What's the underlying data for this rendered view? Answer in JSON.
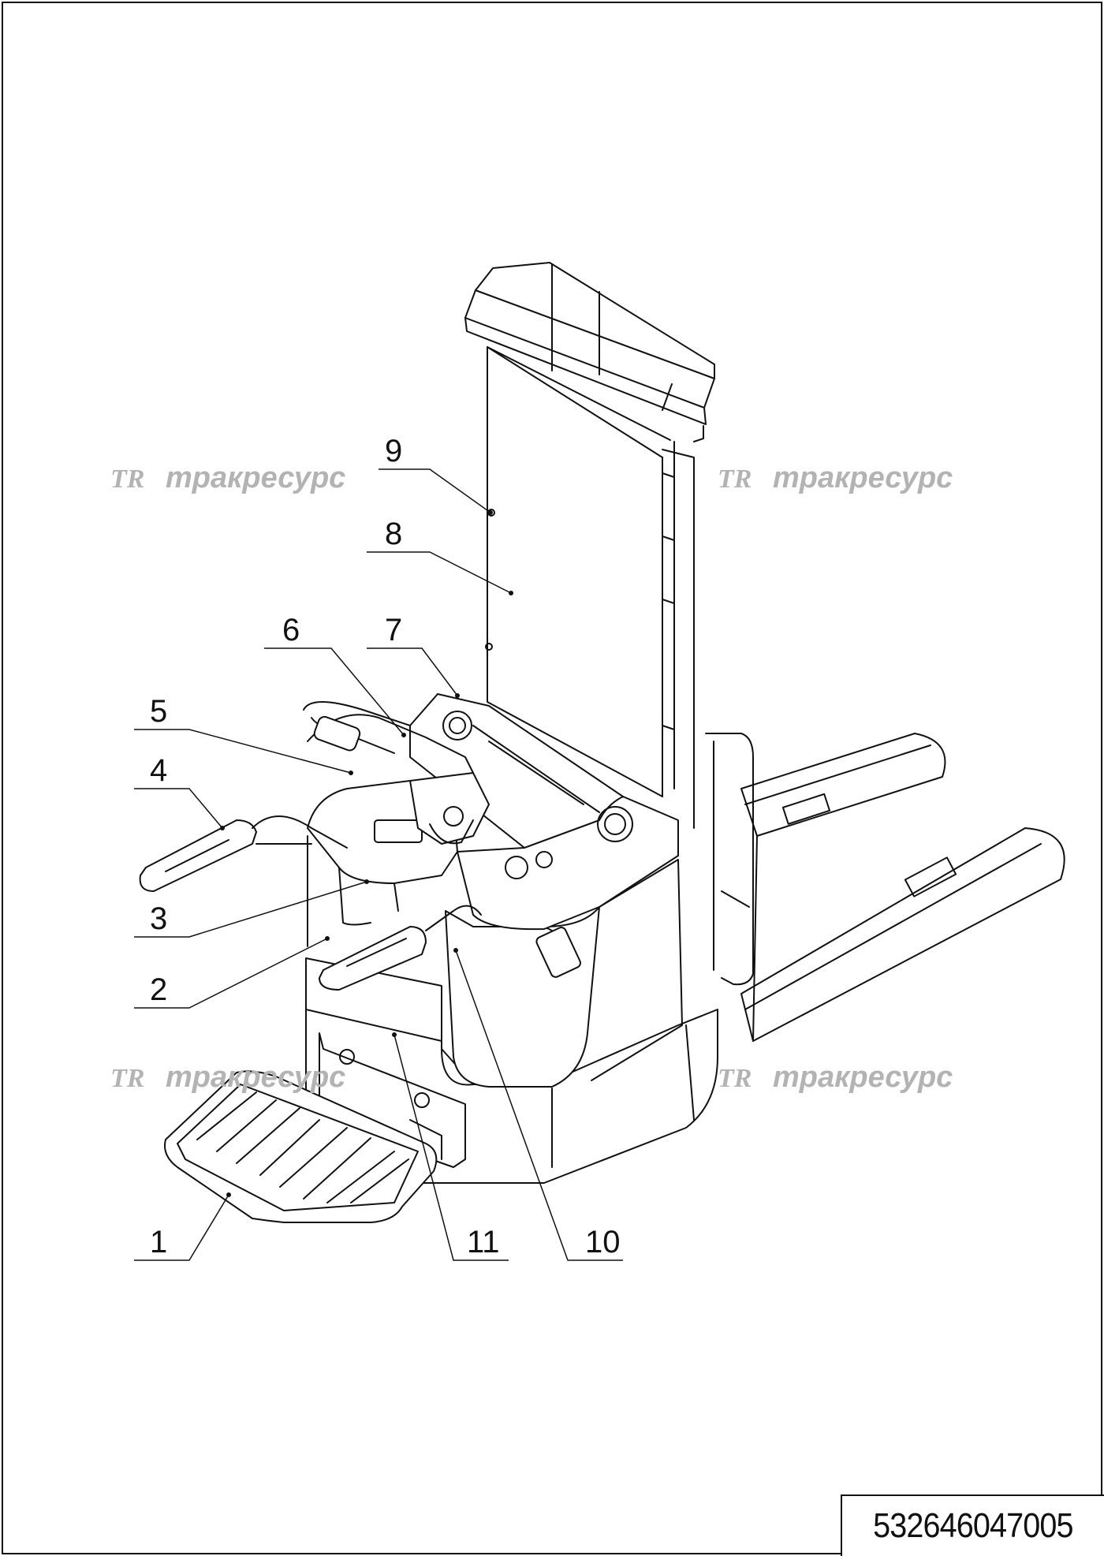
{
  "callouts": [
    {
      "label": "1"
    },
    {
      "label": "2"
    },
    {
      "label": "3"
    },
    {
      "label": "4"
    },
    {
      "label": "5"
    },
    {
      "label": "6"
    },
    {
      "label": "7"
    },
    {
      "label": "8"
    },
    {
      "label": "9"
    },
    {
      "label": "10"
    },
    {
      "label": "11"
    }
  ],
  "watermark": {
    "logo": "TR",
    "text": "тракресурс"
  },
  "part_number": "532646047005",
  "colors": {
    "ink": "#111111",
    "watermark": "#b3b3b3"
  }
}
